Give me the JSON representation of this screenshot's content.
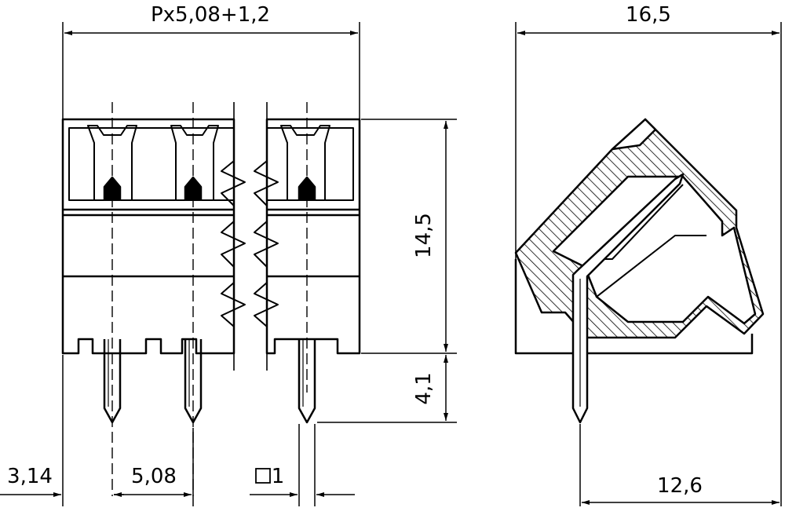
{
  "dimensions": {
    "overall_width": "Px5,08+1,2",
    "height": "14,5",
    "pin_length": "4,1",
    "first_pin_offset": "3,14",
    "pitch": "5,08",
    "pin_square_label": "1",
    "side_depth": "16,5",
    "side_pin_offset": "12,6"
  },
  "colors": {
    "line": "#000000",
    "background": "#ffffff"
  }
}
